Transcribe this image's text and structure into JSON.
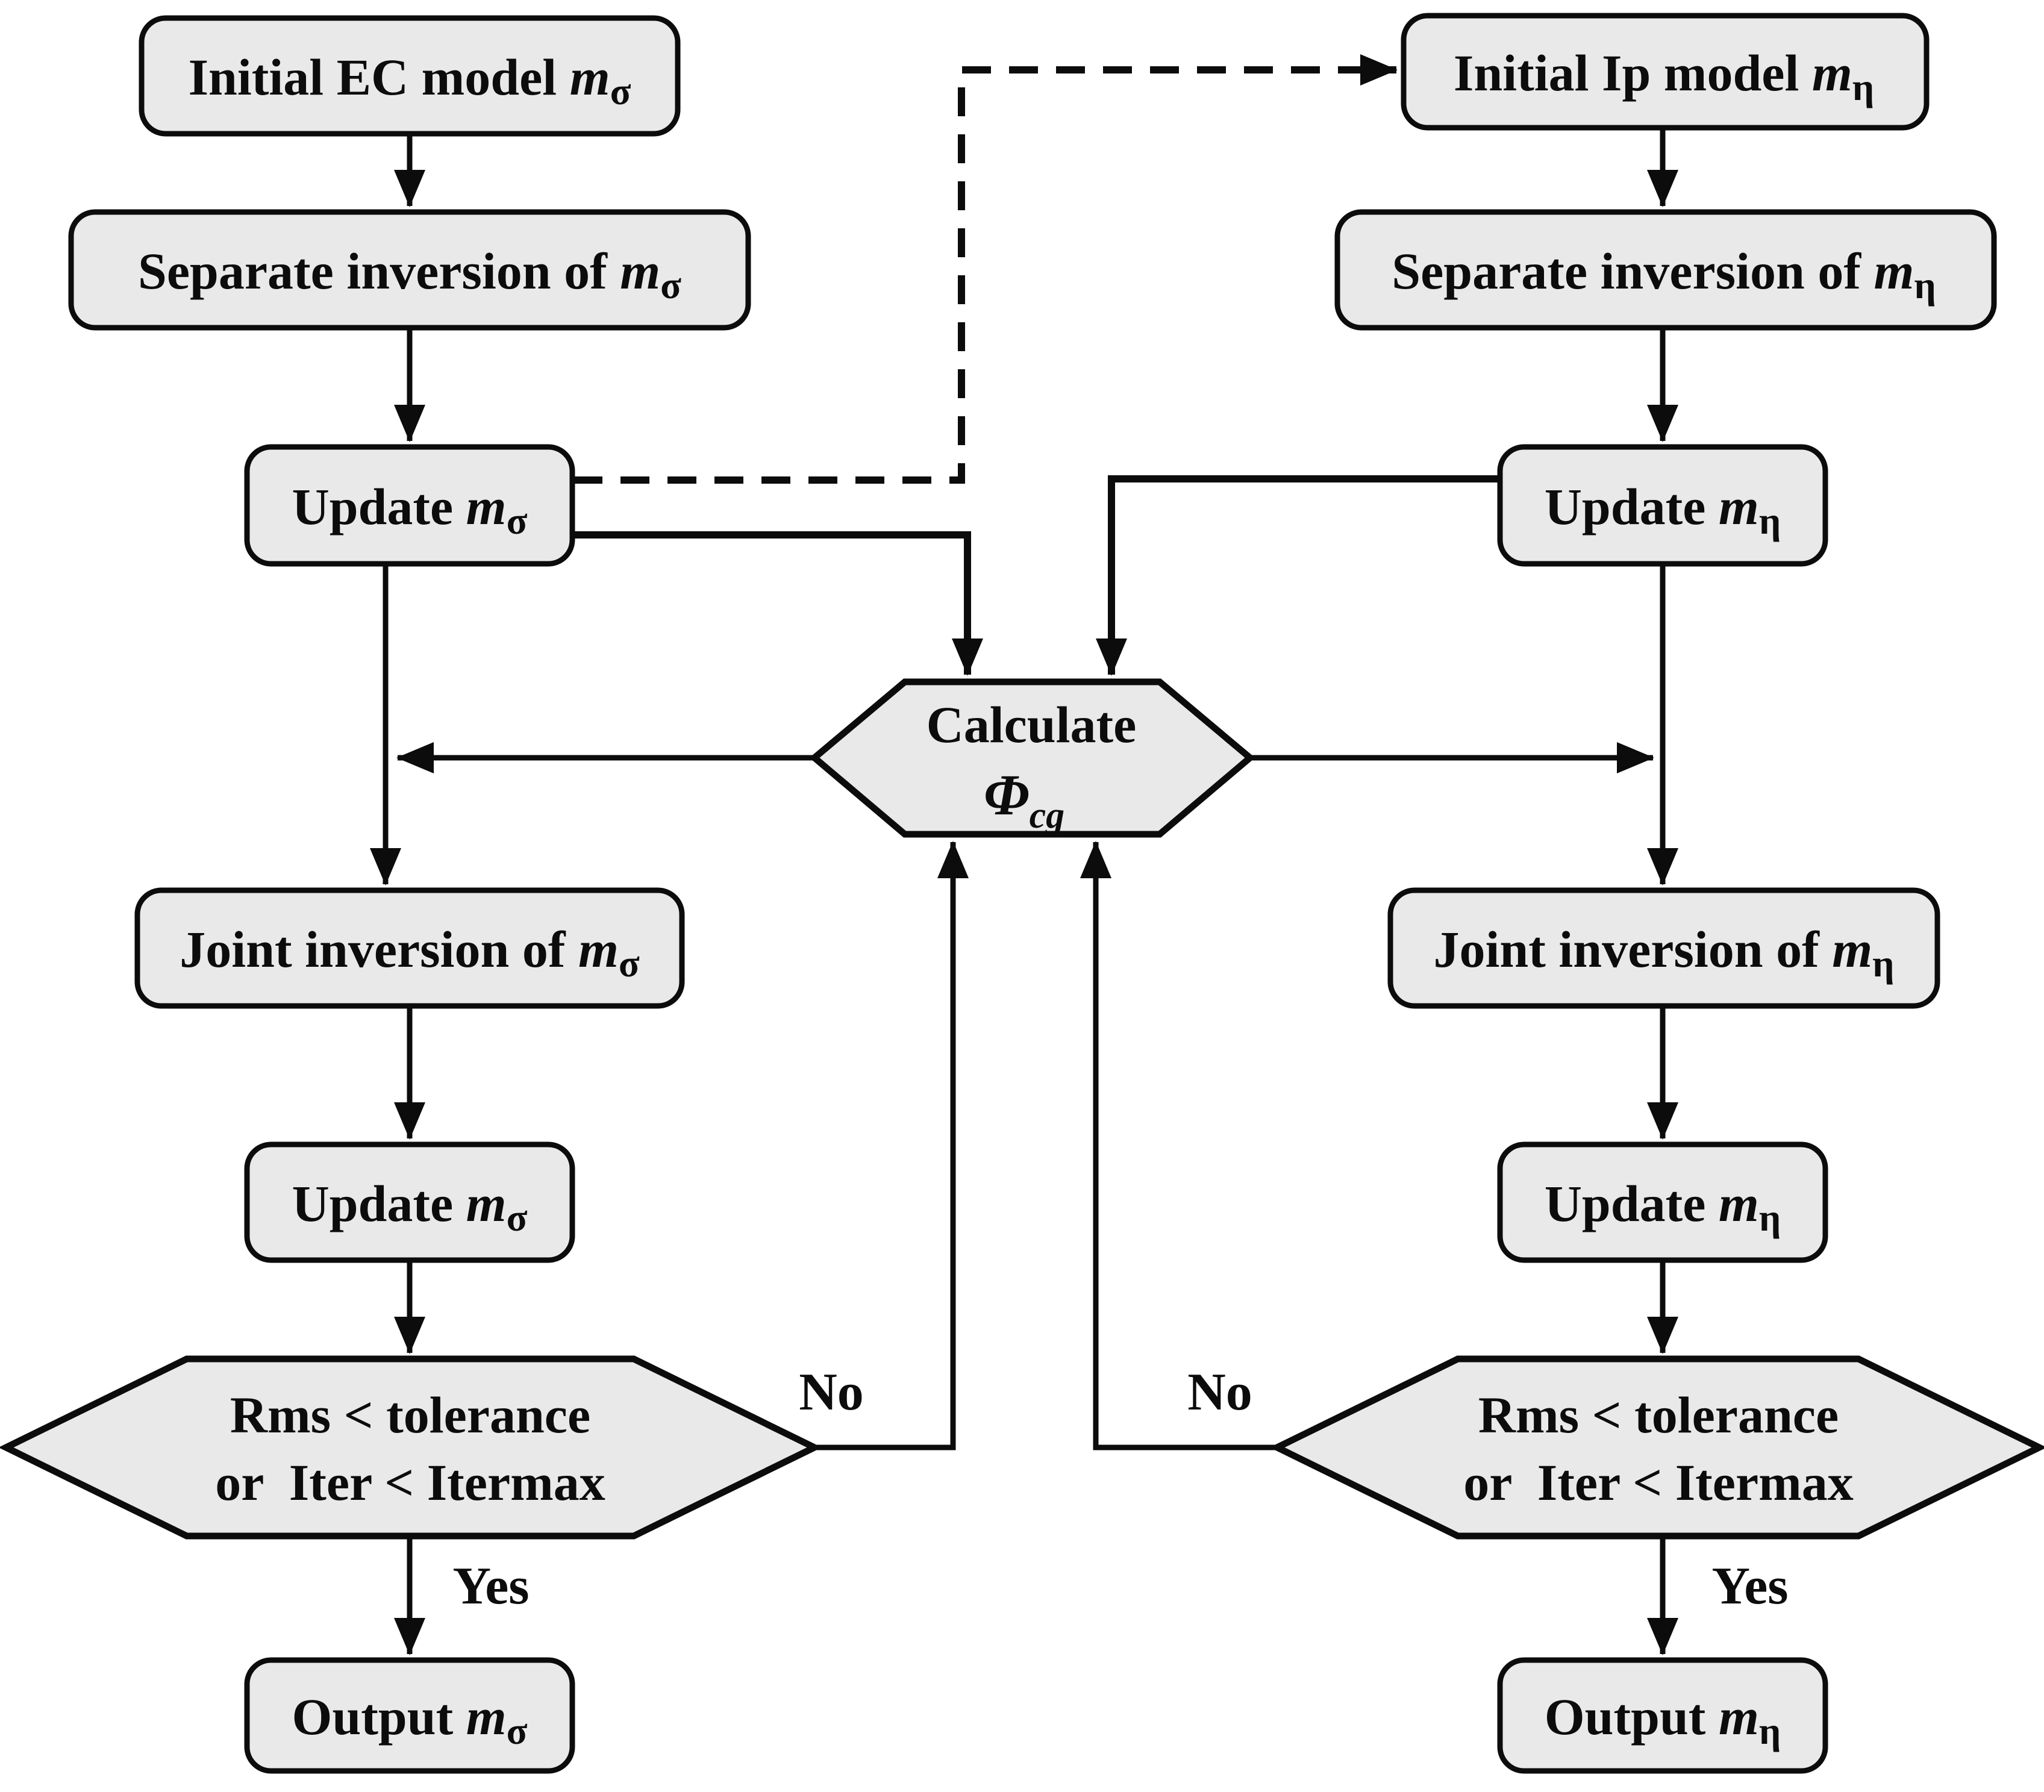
{
  "diagram": {
    "type": "flowchart",
    "colors": {
      "node_fill": "#e9e9e9",
      "line": "#0c0c0c",
      "background": "#ffffff"
    }
  },
  "nodes": {
    "initial_ec": {
      "pre": "Initial EC model ",
      "var": "m",
      "sub": "σ"
    },
    "sep_inv_ec": {
      "pre": "Separate inversion of ",
      "var": "m",
      "sub": "σ"
    },
    "update_ec_1": {
      "pre": "Update ",
      "var": "m",
      "sub": "σ"
    },
    "joint_inv_ec": {
      "pre": "Joint inversion of ",
      "var": "m",
      "sub": "σ"
    },
    "update_ec_2": {
      "pre": "Update ",
      "var": "m",
      "sub": "σ"
    },
    "decision_ec": {
      "line1": "Rms < tolerance",
      "line2": "or  Iter < Itermax"
    },
    "output_ec": {
      "pre": "Output ",
      "var": "m",
      "sub": "σ"
    },
    "initial_ip": {
      "pre": "Initial Ip model ",
      "var": "m",
      "sub": "η"
    },
    "sep_inv_ip": {
      "pre": "Separate inversion of ",
      "var": "m",
      "sub": "η"
    },
    "update_ip_1": {
      "pre": "Update ",
      "var": "m",
      "sub": "η"
    },
    "joint_inv_ip": {
      "pre": "Joint inversion of ",
      "var": "m",
      "sub": "η"
    },
    "update_ip_2": {
      "pre": "Update ",
      "var": "m",
      "sub": "η"
    },
    "decision_ip": {
      "line1": "Rms < tolerance",
      "line2": "or  Iter < Itermax"
    },
    "output_ip": {
      "pre": "Output ",
      "var": "m",
      "sub": "η"
    },
    "calculate": {
      "line1": "Calculate",
      "var": "Φ",
      "sub": "cg"
    }
  },
  "edge_labels": {
    "no_left": "No",
    "no_right": "No",
    "yes_left": "Yes",
    "yes_right": "Yes"
  }
}
